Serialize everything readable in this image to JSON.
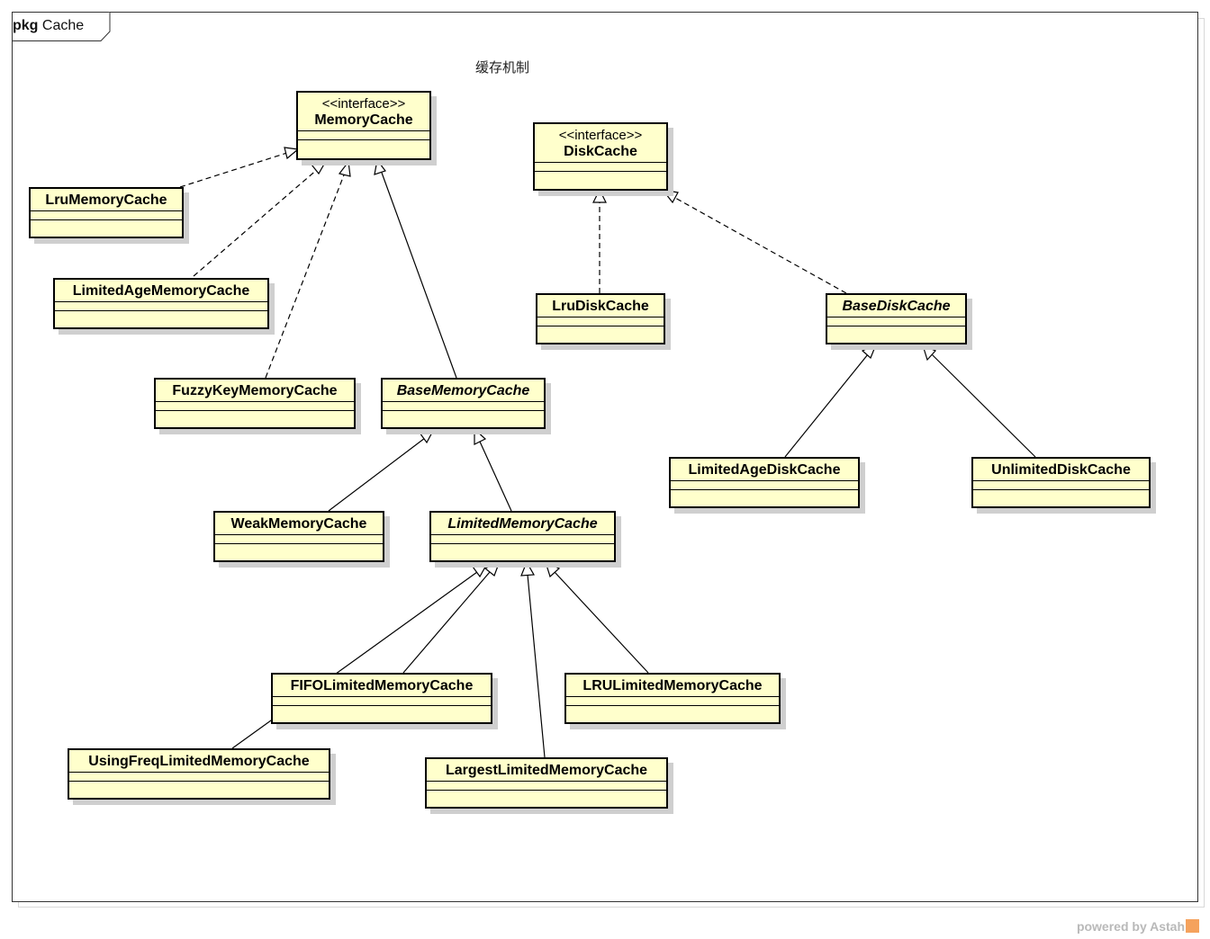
{
  "package": {
    "keyword": "pkg",
    "name": "Cache"
  },
  "caption": "缓存机制",
  "classes": {
    "memory_cache": {
      "stereotype": "<<interface>>",
      "name": "MemoryCache"
    },
    "disk_cache": {
      "stereotype": "<<interface>>",
      "name": "DiskCache"
    },
    "lru_memory_cache": {
      "name": "LruMemoryCache"
    },
    "limited_age_memory_cache": {
      "name": "LimitedAgeMemoryCache"
    },
    "fuzzy_key_memory_cache": {
      "name": "FuzzyKeyMemoryCache"
    },
    "base_memory_cache": {
      "name": "BaseMemoryCache"
    },
    "weak_memory_cache": {
      "name": "WeakMemoryCache"
    },
    "limited_memory_cache": {
      "name": "LimitedMemoryCache"
    },
    "fifo_limited_memory_cache": {
      "name": "FIFOLimitedMemoryCache"
    },
    "lru_limited_memory_cache": {
      "name": "LRULimitedMemoryCache"
    },
    "using_freq_limited_memory_cache": {
      "name": "UsingFreqLimitedMemoryCache"
    },
    "largest_limited_memory_cache": {
      "name": "LargestLimitedMemoryCache"
    },
    "lru_disk_cache": {
      "name": "LruDiskCache"
    },
    "base_disk_cache": {
      "name": "BaseDiskCache"
    },
    "limited_age_disk_cache": {
      "name": "LimitedAgeDiskCache"
    },
    "unlimited_disk_cache": {
      "name": "UnlimitedDiskCache"
    }
  },
  "footer": "powered by Astah",
  "colors": {
    "class_fill": "#ffffcc",
    "border": "#000000",
    "shadow": "#cfcfcf",
    "footer_badge": "#f5a25d"
  }
}
